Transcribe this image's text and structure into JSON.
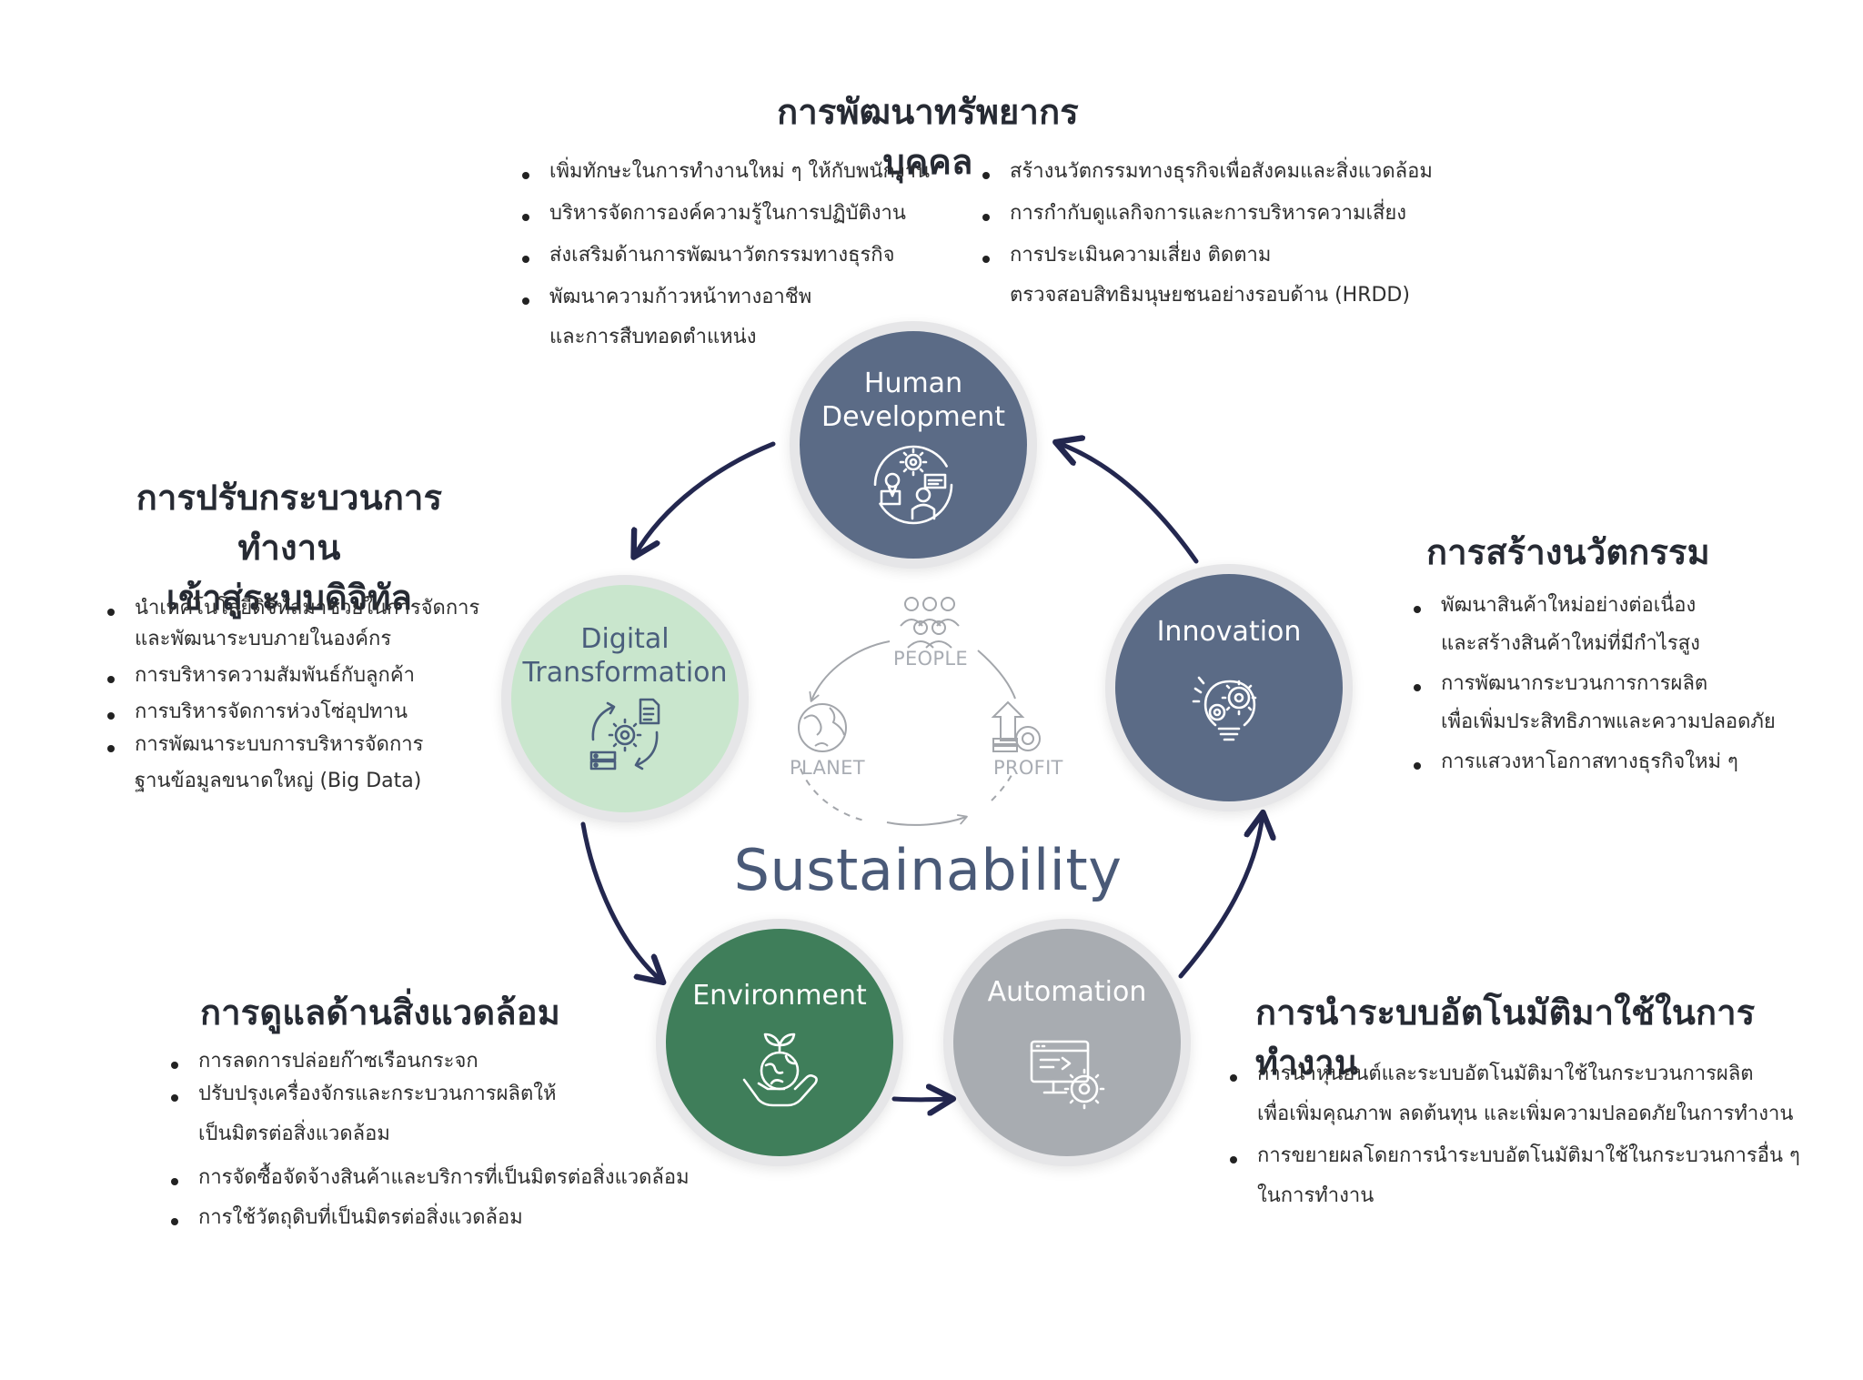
{
  "center_title": "Sustainability",
  "pillars": {
    "people": "PEOPLE",
    "planet": "PLANET",
    "profit": "PROFIT"
  },
  "nodes": {
    "human_development": "Human\nDevelopment",
    "innovation": "Innovation",
    "digital_transformation": "Digital\nTransformation",
    "environment": "Environment",
    "automation": "Automation"
  },
  "icons": {
    "human_development": "people-gear-icon",
    "innovation": "lightbulb-gear-icon",
    "digital_transformation": "cycle-gear-document-icon",
    "environment": "hand-globe-plant-icon",
    "automation": "monitor-gear-icon"
  },
  "colors": {
    "slate": "#5b6b86",
    "light_green": "#c9e6cd",
    "dark_green": "#3f7e5a",
    "gray": "#a8acb1",
    "arrow_navy": "#23274f",
    "title_blue": "#4a5a78"
  },
  "sections": {
    "hr": {
      "title": "การพัฒนาทรัพยากรบุคคล",
      "left": [
        "เพิ่มทักษะในการทำงานใหม่ ๆ ให้กับพนักงาน",
        "บริหารจัดการองค์ความรู้ในการปฏิบัติงาน",
        "ส่งเสริมด้านการพัฒนาวัตกรรมทางธุรกิจ",
        "พัฒนาความก้าวหน้าทางอาชีพ",
        "และการสืบทอดตำแหน่ง"
      ],
      "right": [
        "สร้างนวัตกรรมทางธุรกิจเพื่อสังคมและสิ่งแวดล้อม",
        "การกำกับดูแลกิจการและการบริหารความเสี่ยง",
        "การประเมินความเสี่ยง ติดตาม",
        "ตรวจสอบสิทธิมนุษยชนอย่างรอบด้าน (HRDD)"
      ]
    },
    "digital": {
      "title_line1": "การปรับกระบวนการทำงาน",
      "title_line2": "เข้าสู่ระบบดิจิทัล",
      "items": [
        "นำเทคโนโลยีดิจิทัลมาช่วยในการจัดการ",
        "และพัฒนาระบบภายในองค์กร",
        "การบริหารความสัมพันธ์กับลูกค้า",
        "การบริหารจัดการห่วงโซ่อุปทาน",
        "การพัฒนาระบบการบริหารจัดการ",
        "ฐานข้อมูลขนาดใหญ่ (Big Data)"
      ]
    },
    "innovation": {
      "title": "การสร้างนวัตกรรม",
      "items": [
        "พัฒนาสินค้าใหม่อย่างต่อเนื่อง",
        "และสร้างสินค้าใหม่ที่มีกำไรสูง",
        "การพัฒนากระบวนการการผลิต",
        "เพื่อเพิ่มประสิทธิภาพและความปลอดภัย",
        "การแสวงหาโอกาสทางธุรกิจใหม่ ๆ"
      ]
    },
    "environment": {
      "title": "การดูแลด้านสิ่งแวดล้อม",
      "items": [
        "การลดการปล่อยก๊าซเรือนกระจก",
        "ปรับปรุงเครื่องจักรและกระบวนการผลิตให้",
        "เป็นมิตรต่อสิ่งแวดล้อม",
        "การจัดซื้อจัดจ้างสินค้าและบริการที่เป็นมิตรต่อสิ่งแวดล้อม",
        "การใช้วัตถุดิบที่เป็นมิตรต่อสิ่งแวดล้อม"
      ]
    },
    "automation": {
      "title": "การนำระบบอัตโนมัติมาใช้ในการทำงาน",
      "items": [
        "การนำหุ่นยนต์และระบบอัตโนมัติมาใช้ในกระบวนการผลิต",
        "เพื่อเพิ่มคุณภาพ ลดต้นทุน และเพิ่มความปลอดภัยในการทำงาน",
        "การขยายผลโดยการนำระบบอัตโนมัติมาใช้ในกระบวนการอื่น ๆ",
        "ในการทำงาน"
      ]
    }
  }
}
